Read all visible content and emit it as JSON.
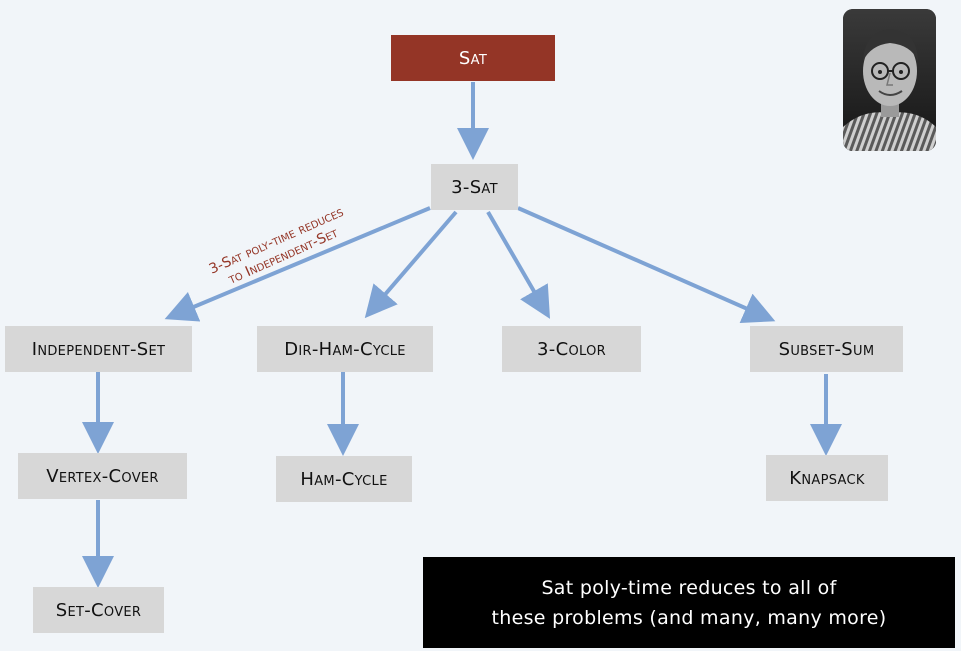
{
  "nodes": {
    "sat": "Sat",
    "three_sat": "3-Sat",
    "independent_set": "Independent-Set",
    "dir_ham_cycle": "Dir-Ham-Cycle",
    "three_color": "3-Color",
    "subset_sum": "Subset-Sum",
    "vertex_cover": "Vertex-Cover",
    "ham_cycle": "Ham-Cycle",
    "knapsack": "Knapsack",
    "set_cover": "Set-Cover"
  },
  "annotation": {
    "line1": "3-Sat poly-time reduces",
    "line2": "to Independent-Set"
  },
  "caption": {
    "line1": "Sat poly-time reduces to all of",
    "line2": "these problems (and many, many more)"
  },
  "colors": {
    "root": "#943526",
    "node": "#d7d7d7",
    "arrow": "#7ea3d4",
    "annotation": "#943526",
    "background": "#f1f5f9"
  }
}
